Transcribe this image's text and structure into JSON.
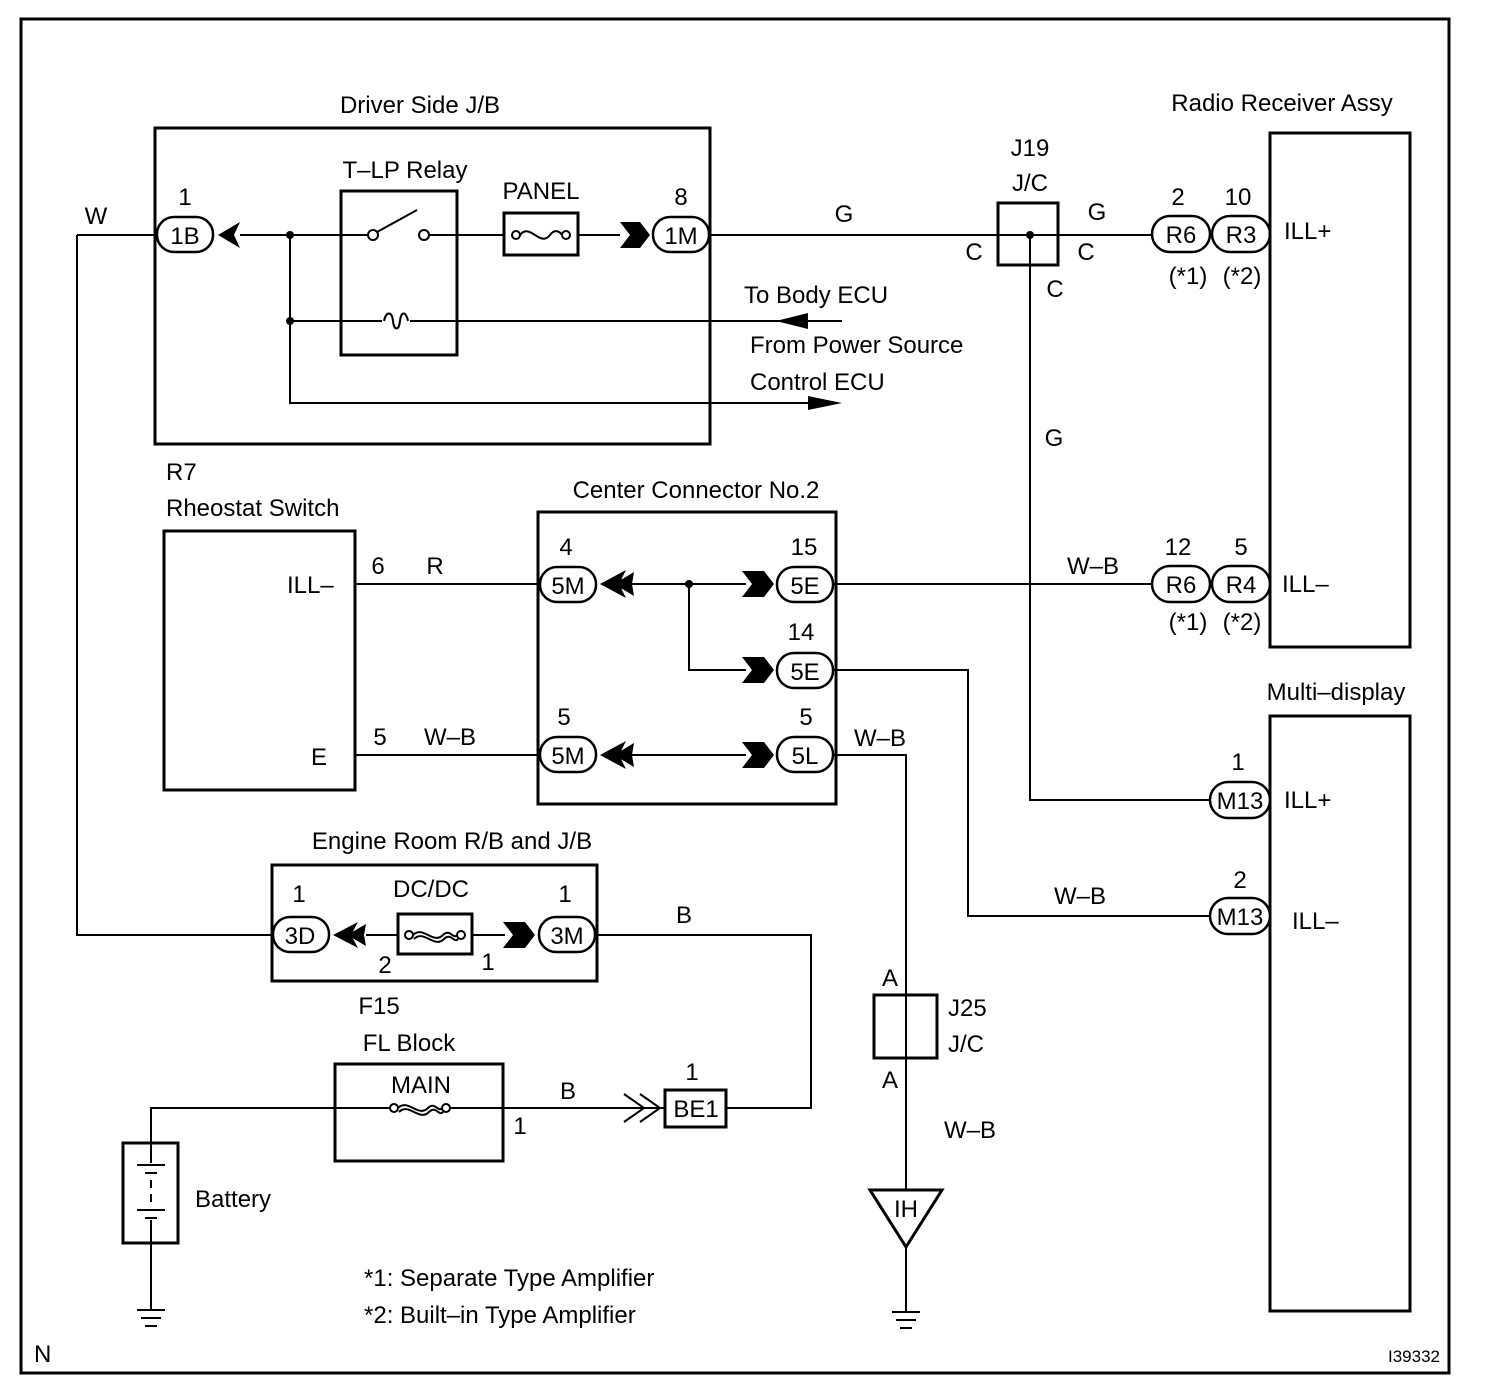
{
  "labels": {
    "driver_jb": "Driver Side J/B",
    "tlp_relay": "T–LP Relay",
    "panel": "PANEL",
    "radio": "Radio Receiver Assy",
    "j19": "J19",
    "j19_jc": "J/C",
    "to_body_ecu": "To Body ECU",
    "from_power_1": "From Power Source",
    "from_power_2": "Control ECU",
    "r7": "R7",
    "rheostat": "Rheostat Switch",
    "center_conn": "Center Connector No.2",
    "multi_display": "Multi–display",
    "engine_room": "Engine Room R/B and J/B",
    "dcdc": "DC/DC",
    "f15": "F15",
    "fl_block": "FL Block",
    "main": "MAIN",
    "battery": "Battery",
    "j25": "J25",
    "j25_jc": "J/C",
    "ih": "IH",
    "note1": "*1: Separate Type Amplifier",
    "note2": "*2: Built–in Type Amplifier",
    "corner_n": "N",
    "figure_id": "I39332"
  },
  "wires": {
    "w": "W",
    "g1": "G",
    "g2": "G",
    "g3": "G",
    "c1": "C",
    "c2": "C",
    "c3": "C",
    "r": "R",
    "wb1": "W–B",
    "wb2": "W–B",
    "wb3": "W–B",
    "wb4": "W–B",
    "wb5": "W–B",
    "b1": "B",
    "b2": "B",
    "a1": "A",
    "a2": "A"
  },
  "terminals": {
    "ill_plus_radio": "ILL+",
    "ill_minus_radio": "ILL–",
    "ill_minus_rheo": "ILL–",
    "e_rheo": "E",
    "ill_plus_md": "ILL+",
    "ill_minus_md": "ILL–"
  },
  "connectors": {
    "c1b": "1B",
    "c1b_pin": "1",
    "c1m": "1M",
    "c1m_pin": "8",
    "r6a": "R6",
    "r6a_pin": "2",
    "r6a_note": "(*1)",
    "r3": "R3",
    "r3_pin": "10",
    "r3_note": "(*2)",
    "r6b": "R6",
    "r6b_pin": "12",
    "r6b_note": "(*1)",
    "r4": "R4",
    "r4_pin": "5",
    "r4_note": "(*2)",
    "rheo_pin_ill": "6",
    "rheo_pin_e": "5",
    "c5m_a": "5M",
    "c5m_a_pin": "4",
    "c5e_a": "5E",
    "c5e_a_pin": "15",
    "c5e_b": "5E",
    "c5e_b_pin": "14",
    "c5m_b": "5M",
    "c5m_b_pin": "5",
    "c5l": "5L",
    "c5l_pin": "5",
    "m13a": "M13",
    "m13a_pin": "1",
    "m13b": "M13",
    "m13b_pin": "2",
    "c3d": "3D",
    "c3d_pin": "1",
    "c3m": "3M",
    "c3m_pin": "1",
    "dcdc_pin_l": "2",
    "dcdc_pin_r": "1",
    "main_pin": "1",
    "be1": "BE1",
    "be1_pin": "1"
  }
}
